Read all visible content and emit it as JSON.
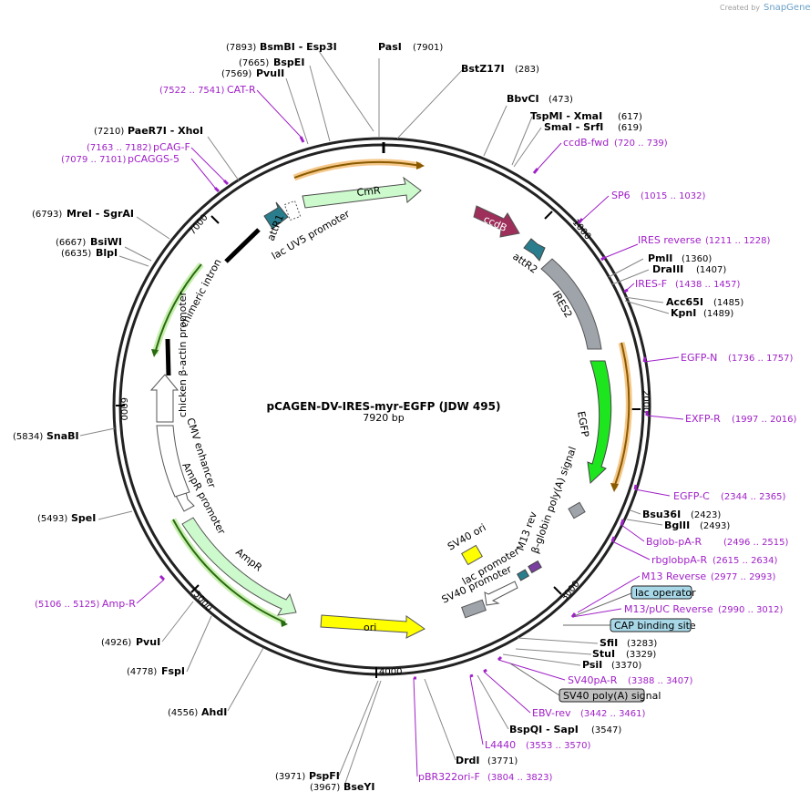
{
  "title": "pCAGEN-DV-IRES-myr-EGFP (JDW 495)",
  "subtitle": "7920 bp",
  "logo": {
    "prefix": "Created by",
    "name": "SnapGene"
  },
  "total_bp": 7920,
  "ticks": [
    "1000",
    "2000",
    "3000",
    "4000",
    "5000",
    "6000",
    "7000"
  ],
  "enzymes": [
    {
      "name": "PasI",
      "pos": "(7901)"
    },
    {
      "name": "BsmBI - Esp3I",
      "pos": "(7893)"
    },
    {
      "name": "BspEI",
      "pos": "(7665)"
    },
    {
      "name": "PvuII",
      "pos": "(7569)"
    },
    {
      "name": "PaeR7I - XhoI",
      "pos": "(7210)"
    },
    {
      "name": "MreI - SgrAI",
      "pos": "(6793)"
    },
    {
      "name": "BsiWI",
      "pos": "(6667)"
    },
    {
      "name": "BlpI",
      "pos": "(6635)"
    },
    {
      "name": "SnaBI",
      "pos": "(5834)"
    },
    {
      "name": "SpeI",
      "pos": "(5493)"
    },
    {
      "name": "PvuI",
      "pos": "(4926)"
    },
    {
      "name": "FspI",
      "pos": "(4778)"
    },
    {
      "name": "AhdI",
      "pos": "(4556)"
    },
    {
      "name": "PspFI",
      "pos": "(3971)"
    },
    {
      "name": "BseYI",
      "pos": "(3967)"
    },
    {
      "name": "BstZ17I",
      "pos": "(283)"
    },
    {
      "name": "BbvCI",
      "pos": "(473)"
    },
    {
      "name": "TspMI - XmaI",
      "pos": "(617)"
    },
    {
      "name": "SmaI - SrfI",
      "pos": "(619)"
    },
    {
      "name": "PmlI",
      "pos": "(1360)"
    },
    {
      "name": "DraIII",
      "pos": "(1407)"
    },
    {
      "name": "Acc65I",
      "pos": "(1485)"
    },
    {
      "name": "KpnI",
      "pos": "(1489)"
    },
    {
      "name": "Bsu36I",
      "pos": "(2423)"
    },
    {
      "name": "BglII",
      "pos": "(2493)"
    },
    {
      "name": "SfiI",
      "pos": "(3283)"
    },
    {
      "name": "StuI",
      "pos": "(3329)"
    },
    {
      "name": "PsiI",
      "pos": "(3370)"
    },
    {
      "name": "BspQI - SapI",
      "pos": "(3547)"
    },
    {
      "name": "DrdI",
      "pos": "(3771)"
    }
  ],
  "primers": [
    {
      "name": "CAT-R",
      "range": "(7522 .. 7541)"
    },
    {
      "name": "pCAG-F",
      "range": "(7163 .. 7182)"
    },
    {
      "name": "pCAGGS-5",
      "range": "(7079 .. 7101)"
    },
    {
      "name": "Amp-R",
      "range": "(5106 .. 5125)"
    },
    {
      "name": "ccdB-fwd",
      "range": "(720 .. 739)"
    },
    {
      "name": "SP6",
      "range": "(1015 .. 1032)"
    },
    {
      "name": "IRES reverse",
      "range": "(1211 .. 1228)"
    },
    {
      "name": "IRES-F",
      "range": "(1438 .. 1457)"
    },
    {
      "name": "EGFP-N",
      "range": "(1736 .. 1757)"
    },
    {
      "name": "EXFP-R",
      "range": "(1997 .. 2016)"
    },
    {
      "name": "EGFP-C",
      "range": "(2344 .. 2365)"
    },
    {
      "name": "Bglob-pA-R",
      "range": "(2496 .. 2515)"
    },
    {
      "name": "rbglobpA-R",
      "range": "(2615 .. 2634)"
    },
    {
      "name": "M13 Reverse",
      "range": "(2977 .. 2993)"
    },
    {
      "name": "M13/pUC Reverse",
      "range": "(2990 .. 3012)"
    },
    {
      "name": "SV40pA-R",
      "range": "(3388 .. 3407)"
    },
    {
      "name": "EBV-rev",
      "range": "(3442 .. 3461)"
    },
    {
      "name": "L4440",
      "range": "(3553 .. 3570)"
    },
    {
      "name": "pBR322ori-F",
      "range": "(3804 .. 3823)"
    }
  ],
  "boxed_features": [
    {
      "name": "lac operator"
    },
    {
      "name": "CAP binding site"
    },
    {
      "name": "SV40 poly(A) signal"
    }
  ],
  "features": [
    {
      "name": "CmR"
    },
    {
      "name": "ccdB"
    },
    {
      "name": "attR1"
    },
    {
      "name": "lac UV5 promoter"
    },
    {
      "name": "attR2"
    },
    {
      "name": "IRES2"
    },
    {
      "name": "EGFP"
    },
    {
      "name": "β-globin poly(A) signal"
    },
    {
      "name": "M13 rev"
    },
    {
      "name": "lac promoter"
    },
    {
      "name": "SV40 promoter"
    },
    {
      "name": "SV40 ori"
    },
    {
      "name": "ori"
    },
    {
      "name": "AmpR"
    },
    {
      "name": "AmpR promoter"
    },
    {
      "name": "CMV enhancer"
    },
    {
      "name": "chicken β-actin promoter"
    },
    {
      "name": "chimeric intron"
    }
  ]
}
